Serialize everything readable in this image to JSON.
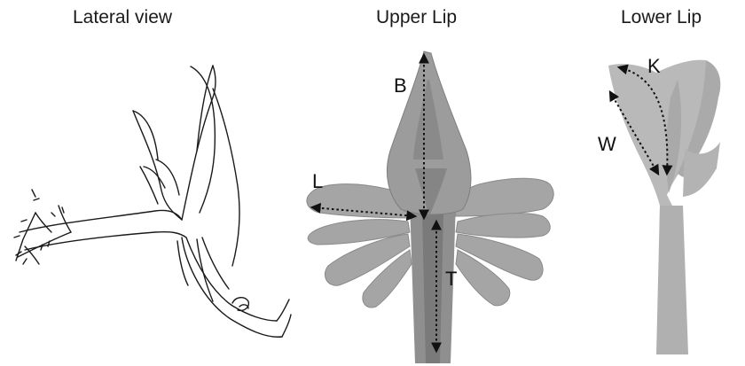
{
  "panels": [
    {
      "title": "Lateral view"
    },
    {
      "title": "Upper Lip"
    },
    {
      "title": "Lower Lip"
    }
  ],
  "measurements": {
    "B": "B",
    "L": "L",
    "T": "T",
    "K": "K",
    "W": "W"
  },
  "colors": {
    "petal_gray": "#9a9a9a",
    "petal_light": "#b8b8b8",
    "line": "#1a1a1a"
  }
}
